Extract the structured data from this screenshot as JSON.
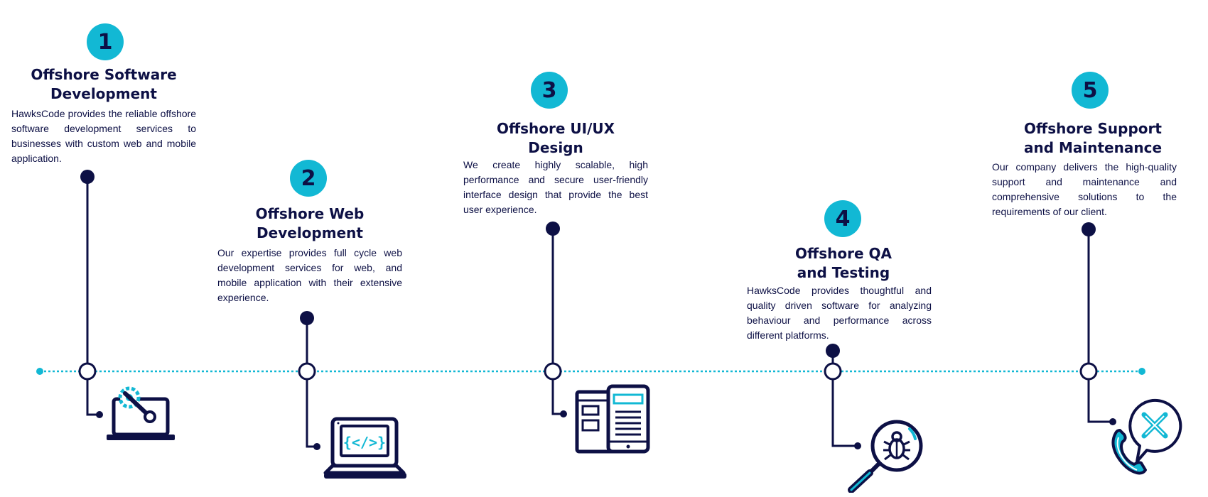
{
  "colors": {
    "navy": "#0d1045",
    "cyan": "#12b8d4",
    "white": "#ffffff"
  },
  "steps": [
    {
      "number": "1",
      "title_line1": "Offshore Software",
      "title_line2": "Development",
      "description": "HawksCode provides the reliable offshore software development services to businesses with custom web and mobile application.",
      "icon": "laptop-wrench-gear-icon"
    },
    {
      "number": "2",
      "title_line1": "Offshore Web",
      "title_line2": "Development",
      "description": "Our expertise provides full cycle web development services for web, and mobile application with their extensive experience.",
      "icon": "laptop-code-icon"
    },
    {
      "number": "3",
      "title_line1": "Offshore UI/UX",
      "title_line2": "Design",
      "description": "We create highly scalable, high performance and secure user-friendly interface design that provide the best user experience.",
      "icon": "ui-screens-icon"
    },
    {
      "number": "4",
      "title_line1": "Offshore QA",
      "title_line2": "and Testing",
      "description": "HawksCode provides thoughtful and quality driven software for analyzing behaviour and performance across different platforms.",
      "icon": "magnifier-bug-icon"
    },
    {
      "number": "5",
      "title_line1": "Offshore Support",
      "title_line2": "and Maintenance",
      "description": "Our company delivers the high-quality support and maintenance and comprehensive solutions to the requirements of our client.",
      "icon": "phone-tools-icon"
    }
  ]
}
